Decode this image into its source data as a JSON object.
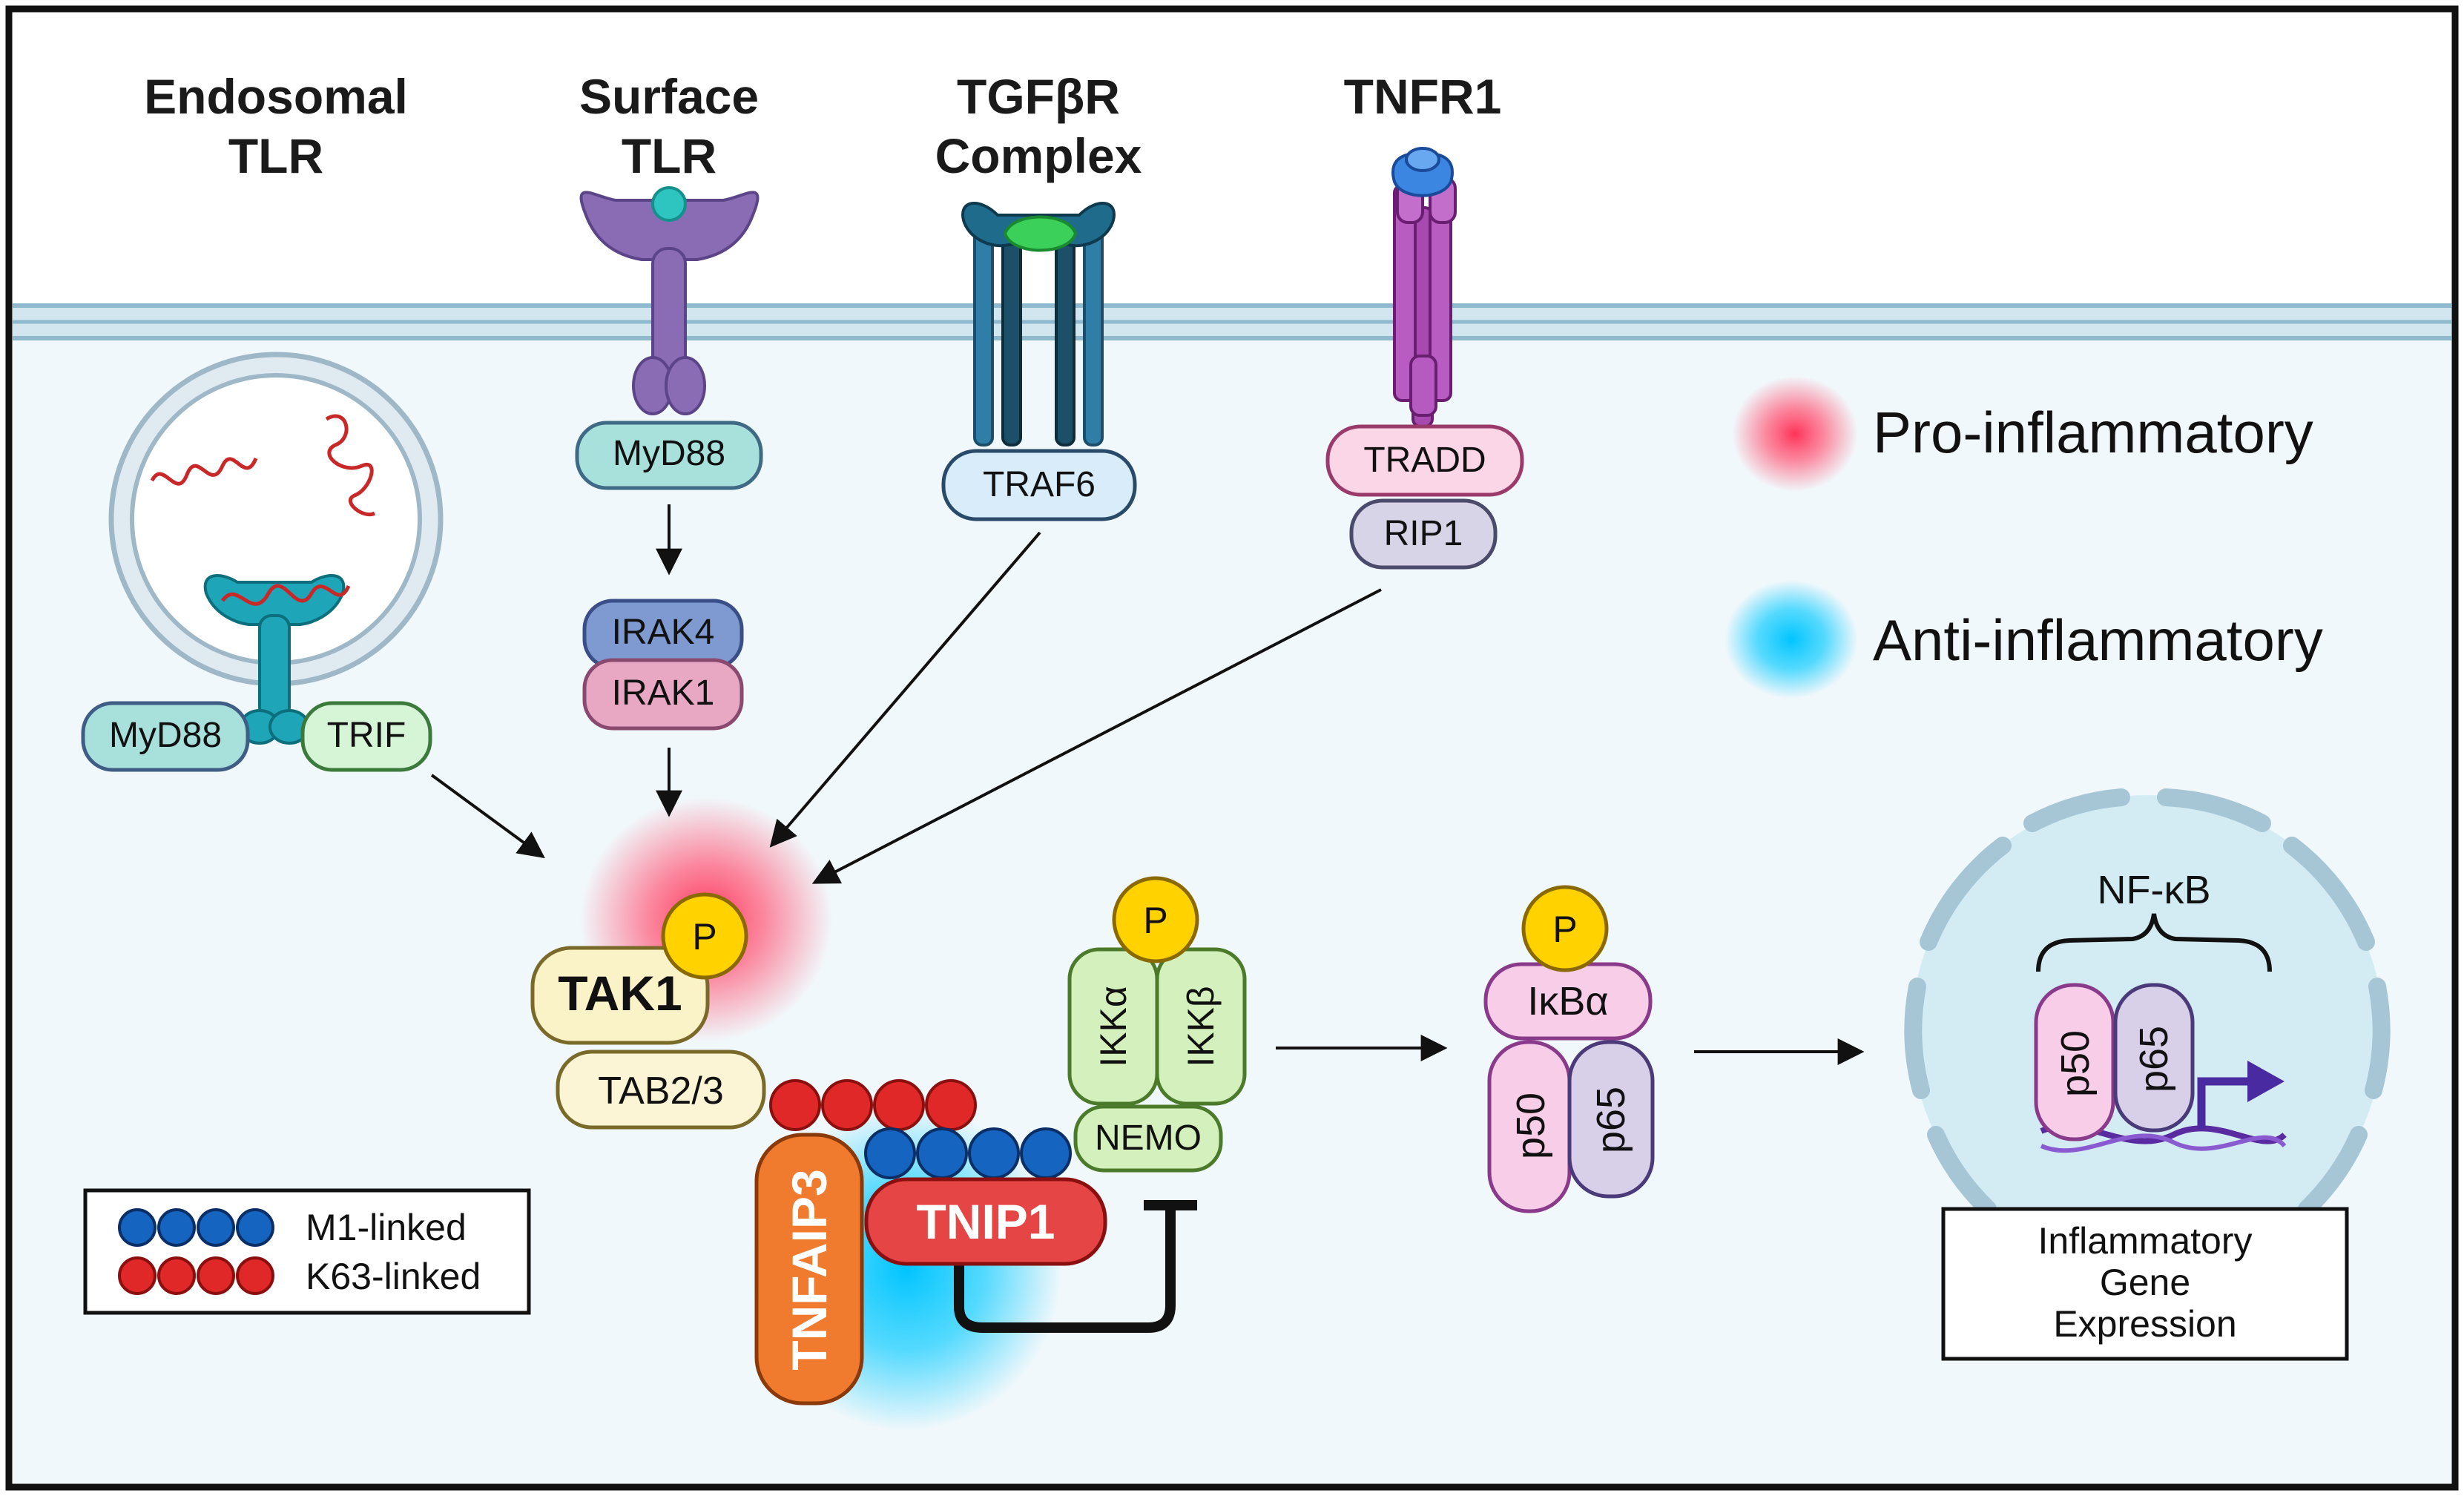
{
  "headers": {
    "endosomal": [
      "Endosomal",
      "TLR"
    ],
    "surface": [
      "Surface",
      "TLR"
    ],
    "tgfbr": [
      "TGFβR",
      "Complex"
    ],
    "tnfr1": "TNFR1"
  },
  "proteins": {
    "myd88_surface": "MyD88",
    "irak4": "IRAK4",
    "irak1": "IRAK1",
    "traf6": "TRAF6",
    "tradd": "TRADD",
    "rip1": "RIP1",
    "myd88_endo": "MyD88",
    "trif": "TRIF",
    "tak1": "TAK1",
    "tab23": "TAB2/3",
    "ikka": "IKKα",
    "ikkb": "IKKβ",
    "nemo": "NEMO",
    "tnfaip3": "TNFAIP3",
    "tnip1": "TNIP1",
    "ikba": "IκBα",
    "p50": "p50",
    "p65": "p65",
    "p50_nuc": "p50",
    "p65_nuc": "p65",
    "phospho": "P"
  },
  "nfkb_label": "NF-κB",
  "gene_expression": [
    "Inflammatory",
    "Gene",
    "Expression"
  ],
  "legend_inflammation": {
    "pro": "Pro-inflammatory",
    "anti": "Anti-inflammatory",
    "pro_color": "#ff4d6d",
    "anti_color": "#1ec8f0"
  },
  "legend_ubiquitin": {
    "m1": "M1-linked",
    "k63": "K63-linked",
    "m1_color": "#1565c0",
    "k63_color": "#e02828"
  },
  "colors": {
    "myd88": "#a8e0dc",
    "irak4": "#7e9ad0",
    "irak1": "#e8a8c4",
    "traf6": "#d8ecfa",
    "tradd": "#fbd6e6",
    "rip1": "#d8d4e8",
    "trif": "#d6f4d6",
    "tak1": "#fbf3c8",
    "ikk": "#d4f0bc",
    "tnfaip3": "#f07a2e",
    "tnip1": "#e54545",
    "phospho": "#ffd200",
    "p50": "#f8cde8",
    "p65": "#d8cfe8"
  }
}
